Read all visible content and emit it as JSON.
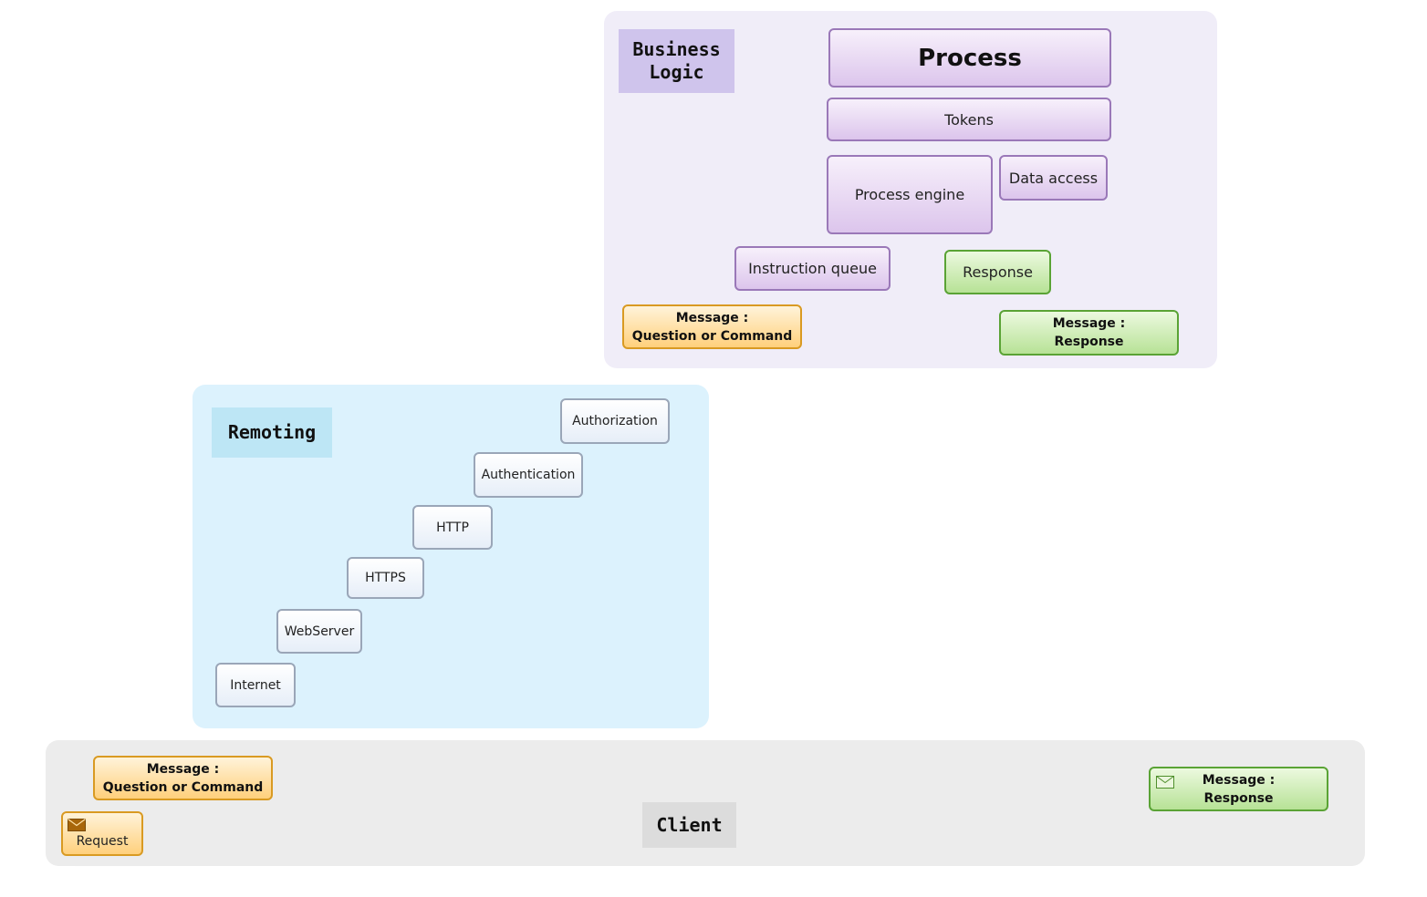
{
  "layers": {
    "business_logic": {
      "label": "Business\nLogic",
      "process": "Process",
      "tokens": "Tokens",
      "process_engine": "Process engine",
      "data_access": "Data access",
      "instruction_queue": "Instruction queue",
      "response": "Response",
      "message_request": {
        "line1": "Message :",
        "line2": "Question or Command"
      },
      "message_response": {
        "line1": "Message :",
        "line2": "Response"
      }
    },
    "remoting": {
      "label": "Remoting",
      "steps": {
        "authorization": "Authorization",
        "authentication": "Authentication",
        "http": "HTTP",
        "https": "HTTPS",
        "webserver": "WebServer",
        "internet": "Internet"
      }
    },
    "client": {
      "label": "Client",
      "message_request": {
        "line1": "Message :",
        "line2": "Question or Command"
      },
      "request": "Request",
      "message_response": {
        "line1": "Message :",
        "line2": "Response"
      }
    }
  },
  "colors": {
    "business_logic_bg": "#f0edf8",
    "business_logic_label_bg": "#cfc4ec",
    "remoting_bg": "#dcf2fd",
    "remoting_label_bg": "#bde6f5",
    "client_bg": "#ececec",
    "client_label_bg": "#dcdcdc",
    "purple_border": "#9a78b8",
    "green_border": "#5aa335",
    "orange_border": "#d99a22",
    "blue_border": "#9aa6b8"
  },
  "icons": {
    "request_icon": "envelope-icon",
    "response_icon": "envelope-outline-icon"
  }
}
